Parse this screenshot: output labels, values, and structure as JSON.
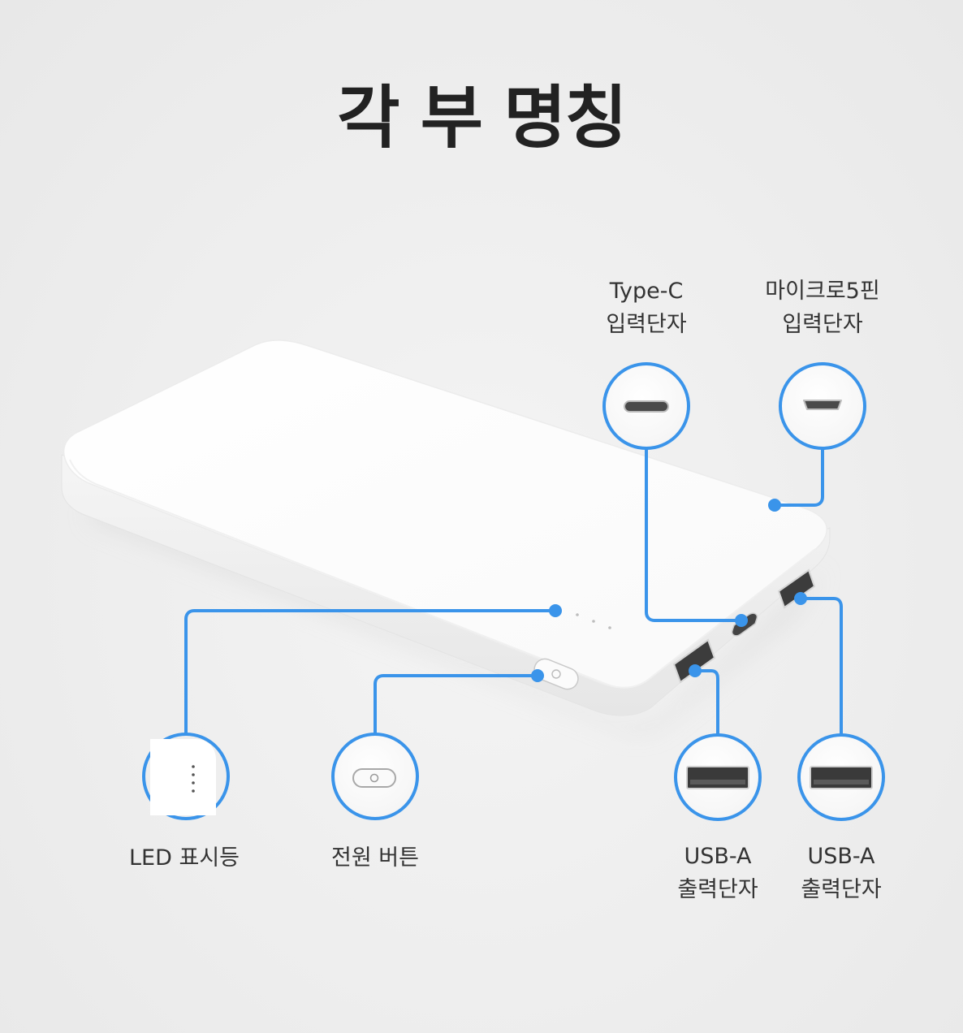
{
  "title": "각 부 명칭",
  "accent_color": "#3a94ea",
  "parts": [
    {
      "id": "type-c-input",
      "line1": "Type-C",
      "line2": "입력단자",
      "icon": "usb-c-port-icon"
    },
    {
      "id": "micro5pin-input",
      "line1": "마이크로5핀",
      "line2": "입력단자",
      "icon": "micro-usb-port-icon"
    },
    {
      "id": "led-indicator",
      "line1": "LED 표시등",
      "line2": "",
      "icon": "led-dots-icon"
    },
    {
      "id": "power-button",
      "line1": "전원 버튼",
      "line2": "",
      "icon": "power-button-icon"
    },
    {
      "id": "usb-a-output-1",
      "line1": "USB-A",
      "line2": "출력단자",
      "icon": "usb-a-port-icon"
    },
    {
      "id": "usb-a-output-2",
      "line1": "USB-A",
      "line2": "출력단자",
      "icon": "usb-a-port-icon"
    }
  ]
}
